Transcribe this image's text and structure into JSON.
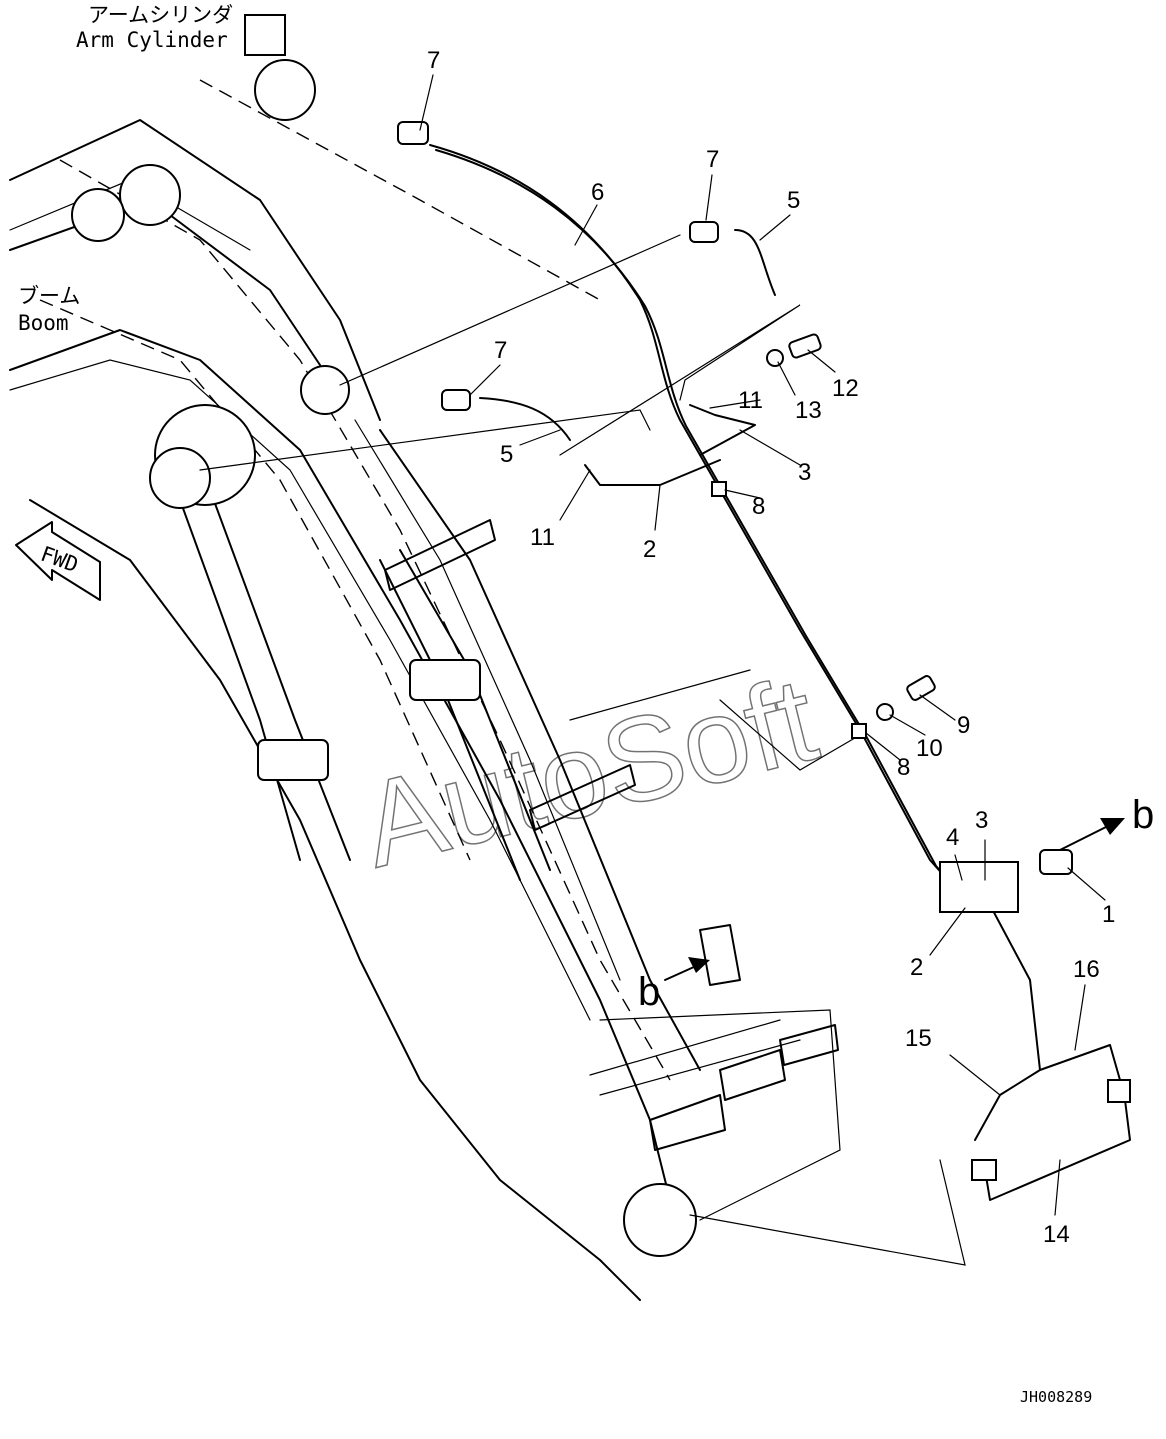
{
  "labels": {
    "arm_cylinder_jp": "アームシリンダ",
    "arm_cylinder_en": "Arm Cylinder",
    "boom_jp": "ブーム",
    "boom_en": "Boom",
    "fwd": "FWD",
    "view_b_top": "b",
    "view_b_mid": "b"
  },
  "part_numbers": {
    "p1": "1",
    "p2_a": "2",
    "p2_b": "2",
    "p3_a": "3",
    "p3_b": "3",
    "p4": "4",
    "p5_a": "5",
    "p5_b": "5",
    "p6": "6",
    "p7_a": "7",
    "p7_b": "7",
    "p7_c": "7",
    "p8_a": "8",
    "p8_b": "8",
    "p9": "9",
    "p10": "10",
    "p11_a": "11",
    "p11_b": "11",
    "p12": "12",
    "p13": "13",
    "p14": "14",
    "p15": "15",
    "p16": "16"
  },
  "watermark": "AutoSoft",
  "drawing_code": "JH008289"
}
